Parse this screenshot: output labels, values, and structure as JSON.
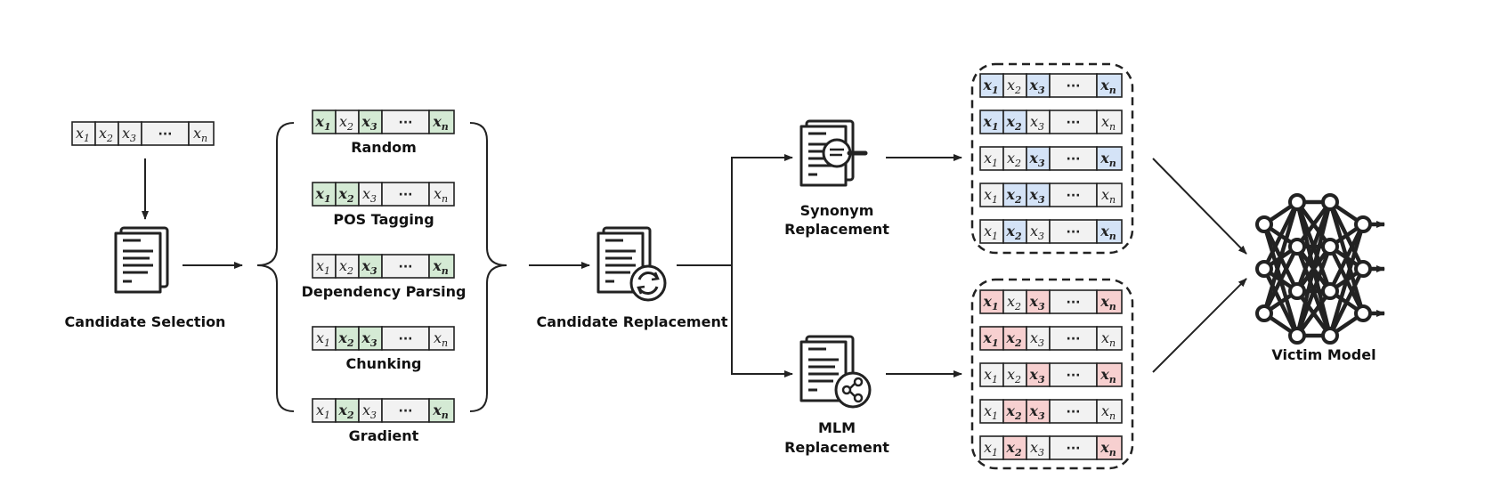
{
  "colors": {
    "line": "#222222",
    "cell_default": "#f2f2f2",
    "highlight_green": "#d4ead4",
    "highlight_blue": "#d4e3f7",
    "highlight_red": "#f7d0d0"
  },
  "tokens": {
    "x": "x",
    "subs": [
      "1",
      "2",
      "3",
      "",
      "n"
    ],
    "dots": "···"
  },
  "labels": {
    "candidate_selection": "Candidate Selection",
    "candidate_replacement": "Candidate Replacement",
    "synonym_replacement": [
      "Synonym",
      "Replacement"
    ],
    "mlm_replacement": [
      "MLM",
      "Replacement"
    ],
    "victim_model": "Victim Model"
  },
  "icons": {
    "selection": "document-icon",
    "replacement": "document-refresh-icon",
    "synonym": "document-search-icon",
    "mlm": "document-share-icon",
    "victim": "neural-network-icon"
  },
  "input_sequence": {
    "highlight": []
  },
  "selection_methods": [
    {
      "label": "Random",
      "highlight": [
        0,
        2,
        4
      ]
    },
    {
      "label": "POS Tagging",
      "highlight": [
        0,
        1
      ]
    },
    {
      "label": "Dependency Parsing",
      "highlight": [
        2,
        4
      ]
    },
    {
      "label": "Chunking",
      "highlight": [
        1,
        2
      ]
    },
    {
      "label": "Gradient",
      "highlight": [
        1,
        4
      ]
    }
  ],
  "synonym_outputs": [
    {
      "highlight": [
        0,
        2,
        4
      ]
    },
    {
      "highlight": [
        0,
        1
      ]
    },
    {
      "highlight": [
        2,
        4
      ]
    },
    {
      "highlight": [
        1,
        2
      ]
    },
    {
      "highlight": [
        1,
        4
      ]
    }
  ],
  "mlm_outputs": [
    {
      "highlight": [
        0,
        2,
        4
      ]
    },
    {
      "highlight": [
        0,
        1
      ]
    },
    {
      "highlight": [
        2,
        4
      ]
    },
    {
      "highlight": [
        1,
        2
      ]
    },
    {
      "highlight": [
        1,
        4
      ]
    }
  ]
}
